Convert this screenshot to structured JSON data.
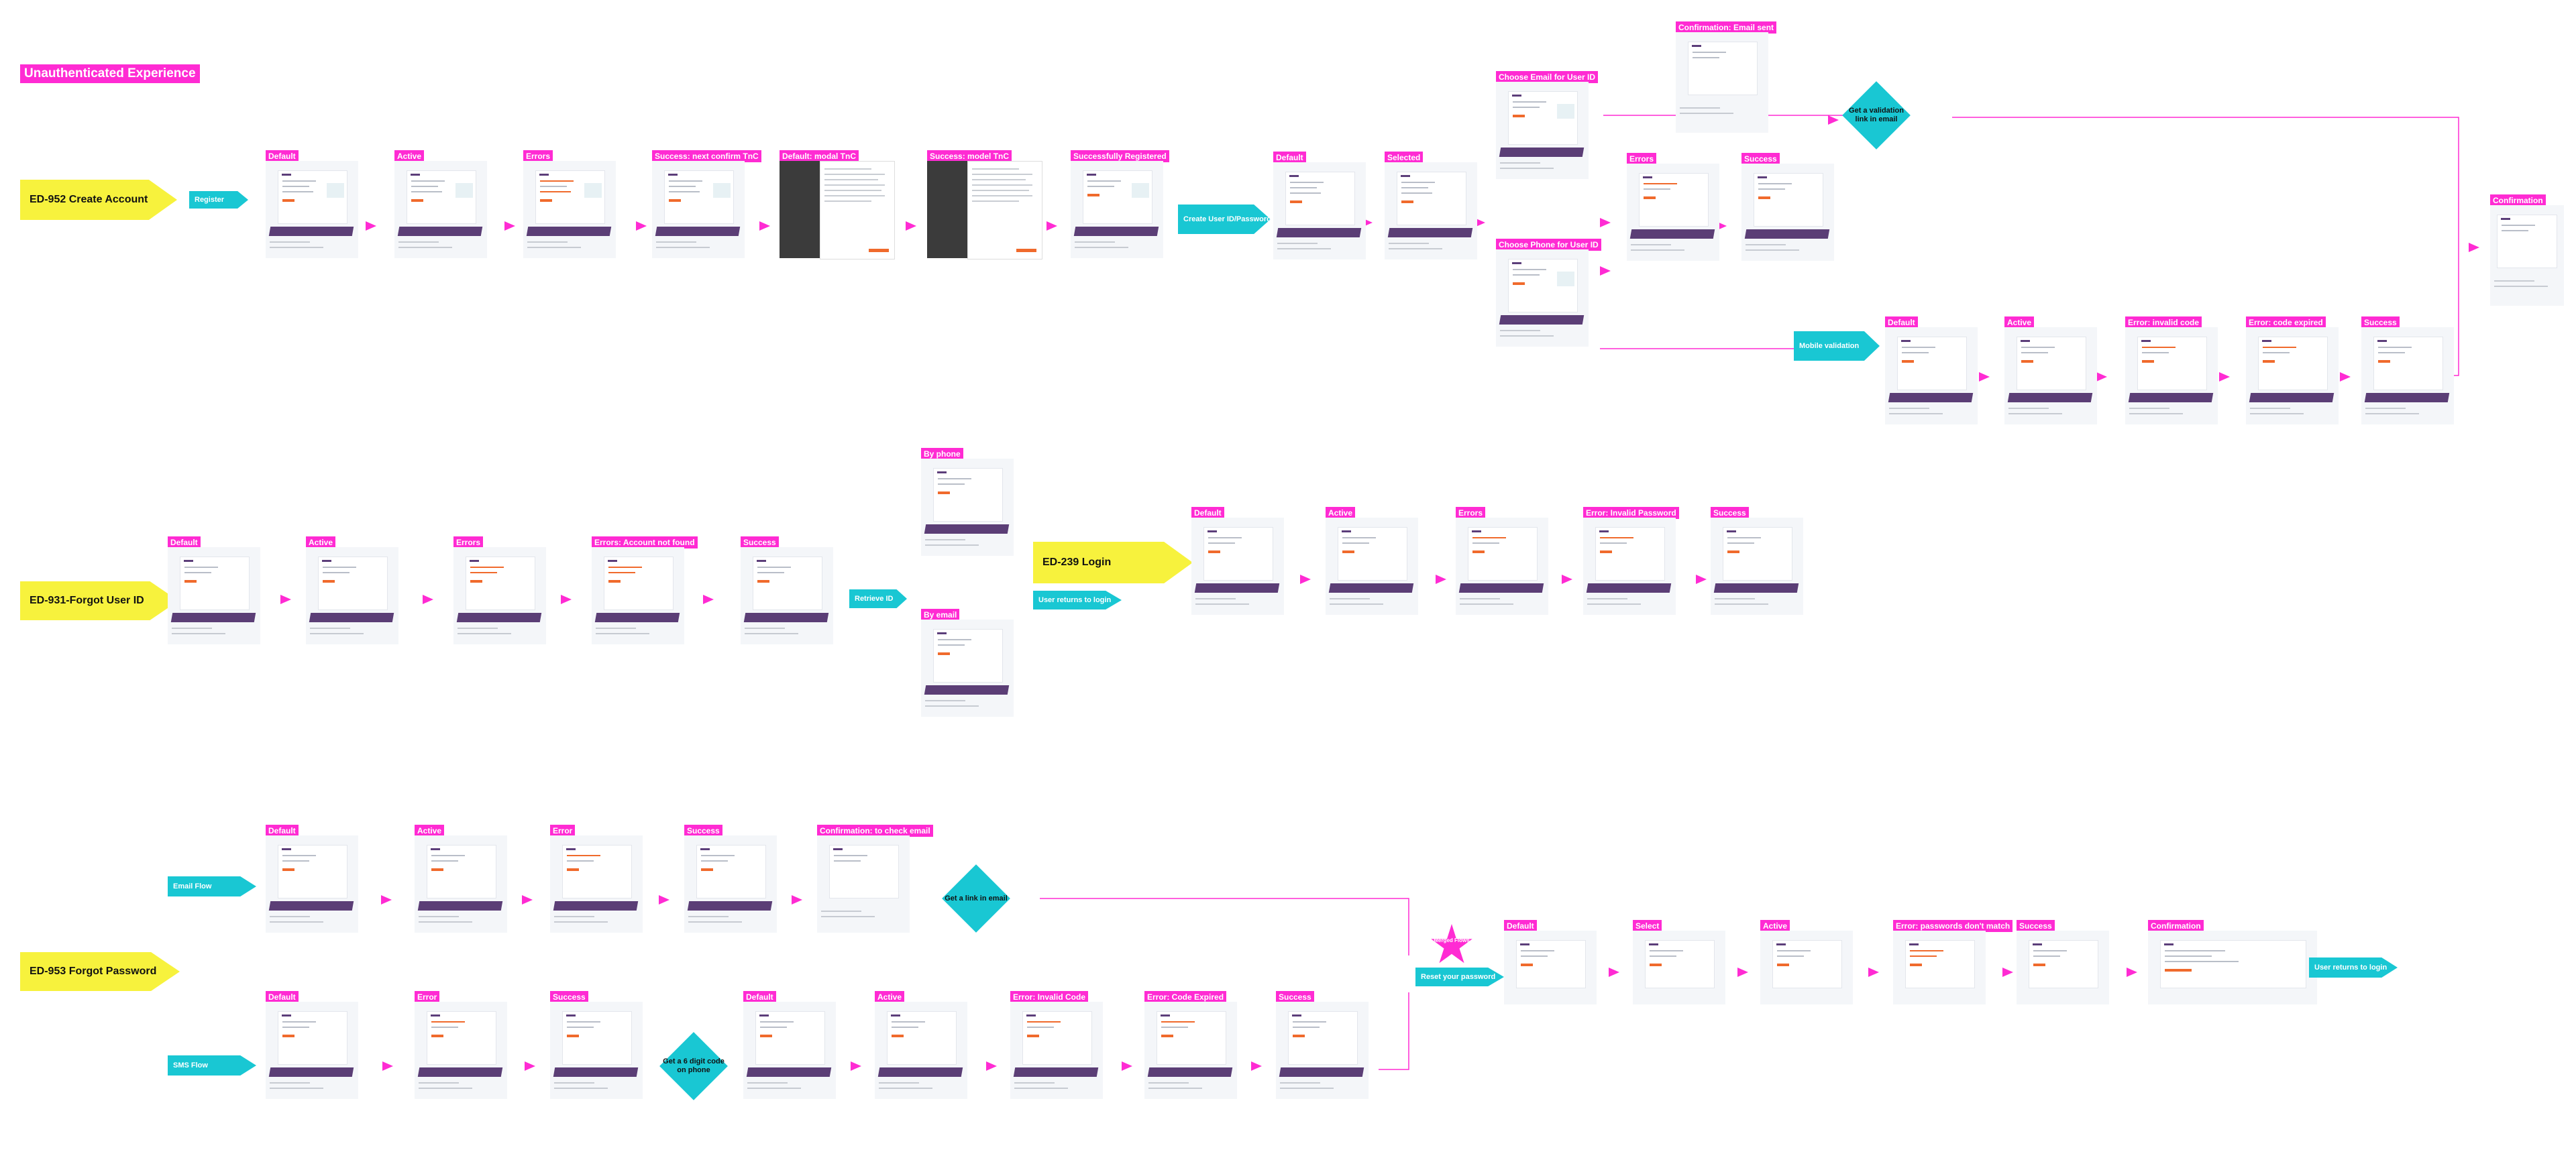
{
  "page_title": "Unauthenticated Experience",
  "create_account": {
    "story": "ED-952 Create Account",
    "entry": "Register",
    "screens": [
      "Default",
      "Active",
      "Errors",
      "Success: next confirm TnC",
      "Default: modal TnC",
      "Success: model TnC",
      "Successfully Registered"
    ],
    "password_step": "Create User ID/Password",
    "userid_screens": [
      "Default",
      "Selected"
    ],
    "choose_email": "Choose Email for User ID",
    "choose_phone": "Choose Phone for User ID",
    "email_confirmation": "Confirmation: Email sent",
    "email_validation": "Get a validation link in email",
    "email_screens": [
      "Errors",
      "Success"
    ],
    "mobile_validation": "Mobile validation",
    "mobile_screens": [
      "Default",
      "Active",
      "Error: invalid code",
      "Error: code expired",
      "Success"
    ],
    "final": "Confirmation"
  },
  "forgot_user_id": {
    "story": "ED-931-Forgot User ID",
    "screens": [
      "Default",
      "Active",
      "Errors",
      "Errors: Account not found",
      "Success"
    ],
    "retrieve": "Retrieve ID",
    "by_phone": "By phone",
    "by_email": "By email"
  },
  "login": {
    "story": "ED-239 Login",
    "entry": "User returns to login",
    "screens": [
      "Default",
      "Active",
      "Errors",
      "Error: Invalid Password",
      "Success"
    ]
  },
  "forgot_password": {
    "story": "ED-953  Forgot Password",
    "email_flow": "Email Flow",
    "sms_flow": "SMS Flow",
    "email_screens": [
      "Default",
      "Active",
      "Error",
      "Success",
      "Confirmation: to check email"
    ],
    "email_link": "Get a link in email",
    "sms_screens": [
      "Default",
      "Error",
      "Success"
    ],
    "sms_code": "Get a 6 digit code on phone",
    "sms_code_screens": [
      "Default",
      "Active",
      "Error: Invalid Code",
      "Error: Code Expired",
      "Success"
    ],
    "star": "Merged Flows",
    "reset_entry": "Reset your password",
    "reset_screens": [
      "Default",
      "Select",
      "Active",
      "Error: passwords don't match",
      "Success",
      "Confirmation"
    ],
    "reset_exit": "User returns to login"
  },
  "colors": {
    "label": "#ff2bd3",
    "story": "#f7f23d",
    "step": "#19c7d3",
    "arrow": "#ff2bd3",
    "band": "#5b3e76",
    "button": "#f06a2c"
  }
}
